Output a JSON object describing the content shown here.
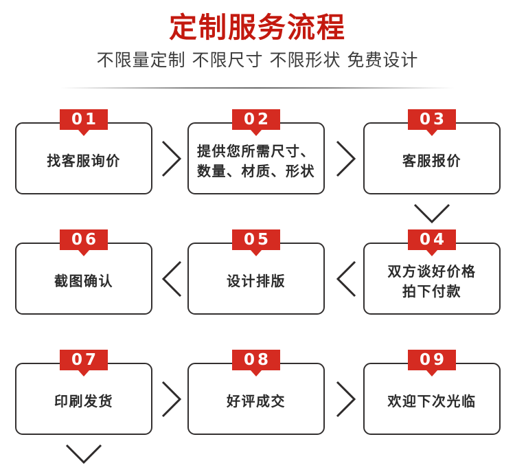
{
  "header": {
    "title": "定制服务流程",
    "subtitle": "不限量定制  不限尺寸  不限形状  免费设计",
    "title_color": "#C3190F",
    "subtitle_color": "#3B3B3B"
  },
  "theme": {
    "badge_red": "#D52B21",
    "box_border": "#333030",
    "text_color": "#2B2B2B",
    "background": "#FFFFFF"
  },
  "flow": {
    "rows": [
      {
        "direction": "left-to-right",
        "steps": [
          {
            "number": "01",
            "label": "找客服询价"
          },
          {
            "number": "02",
            "label": "提供您所需尺寸、\n数量、材质、形状"
          },
          {
            "number": "03",
            "label": "客服报价"
          }
        ],
        "separators": [
          "chevron-right-icon",
          "chevron-right-icon"
        ]
      },
      {
        "direction": "right-to-left",
        "steps": [
          {
            "number": "06",
            "label": "截图确认"
          },
          {
            "number": "05",
            "label": "设计排版"
          },
          {
            "number": "04",
            "label": "双方谈好价格\n拍下付款"
          }
        ],
        "separators": [
          "chevron-left-icon",
          "chevron-left-icon"
        ]
      },
      {
        "direction": "left-to-right",
        "steps": [
          {
            "number": "07",
            "label": "印刷发货"
          },
          {
            "number": "08",
            "label": "好评成交"
          },
          {
            "number": "09",
            "label": "欢迎下次光临"
          }
        ],
        "separators": [
          "chevron-right-icon",
          "chevron-right-icon"
        ]
      }
    ],
    "vertical_connectors": [
      {
        "icon": "chevron-down-icon",
        "from": "03",
        "to": "04",
        "column": "right"
      },
      {
        "icon": "chevron-down-icon",
        "from": "06",
        "to": "07",
        "column": "left"
      }
    ]
  }
}
